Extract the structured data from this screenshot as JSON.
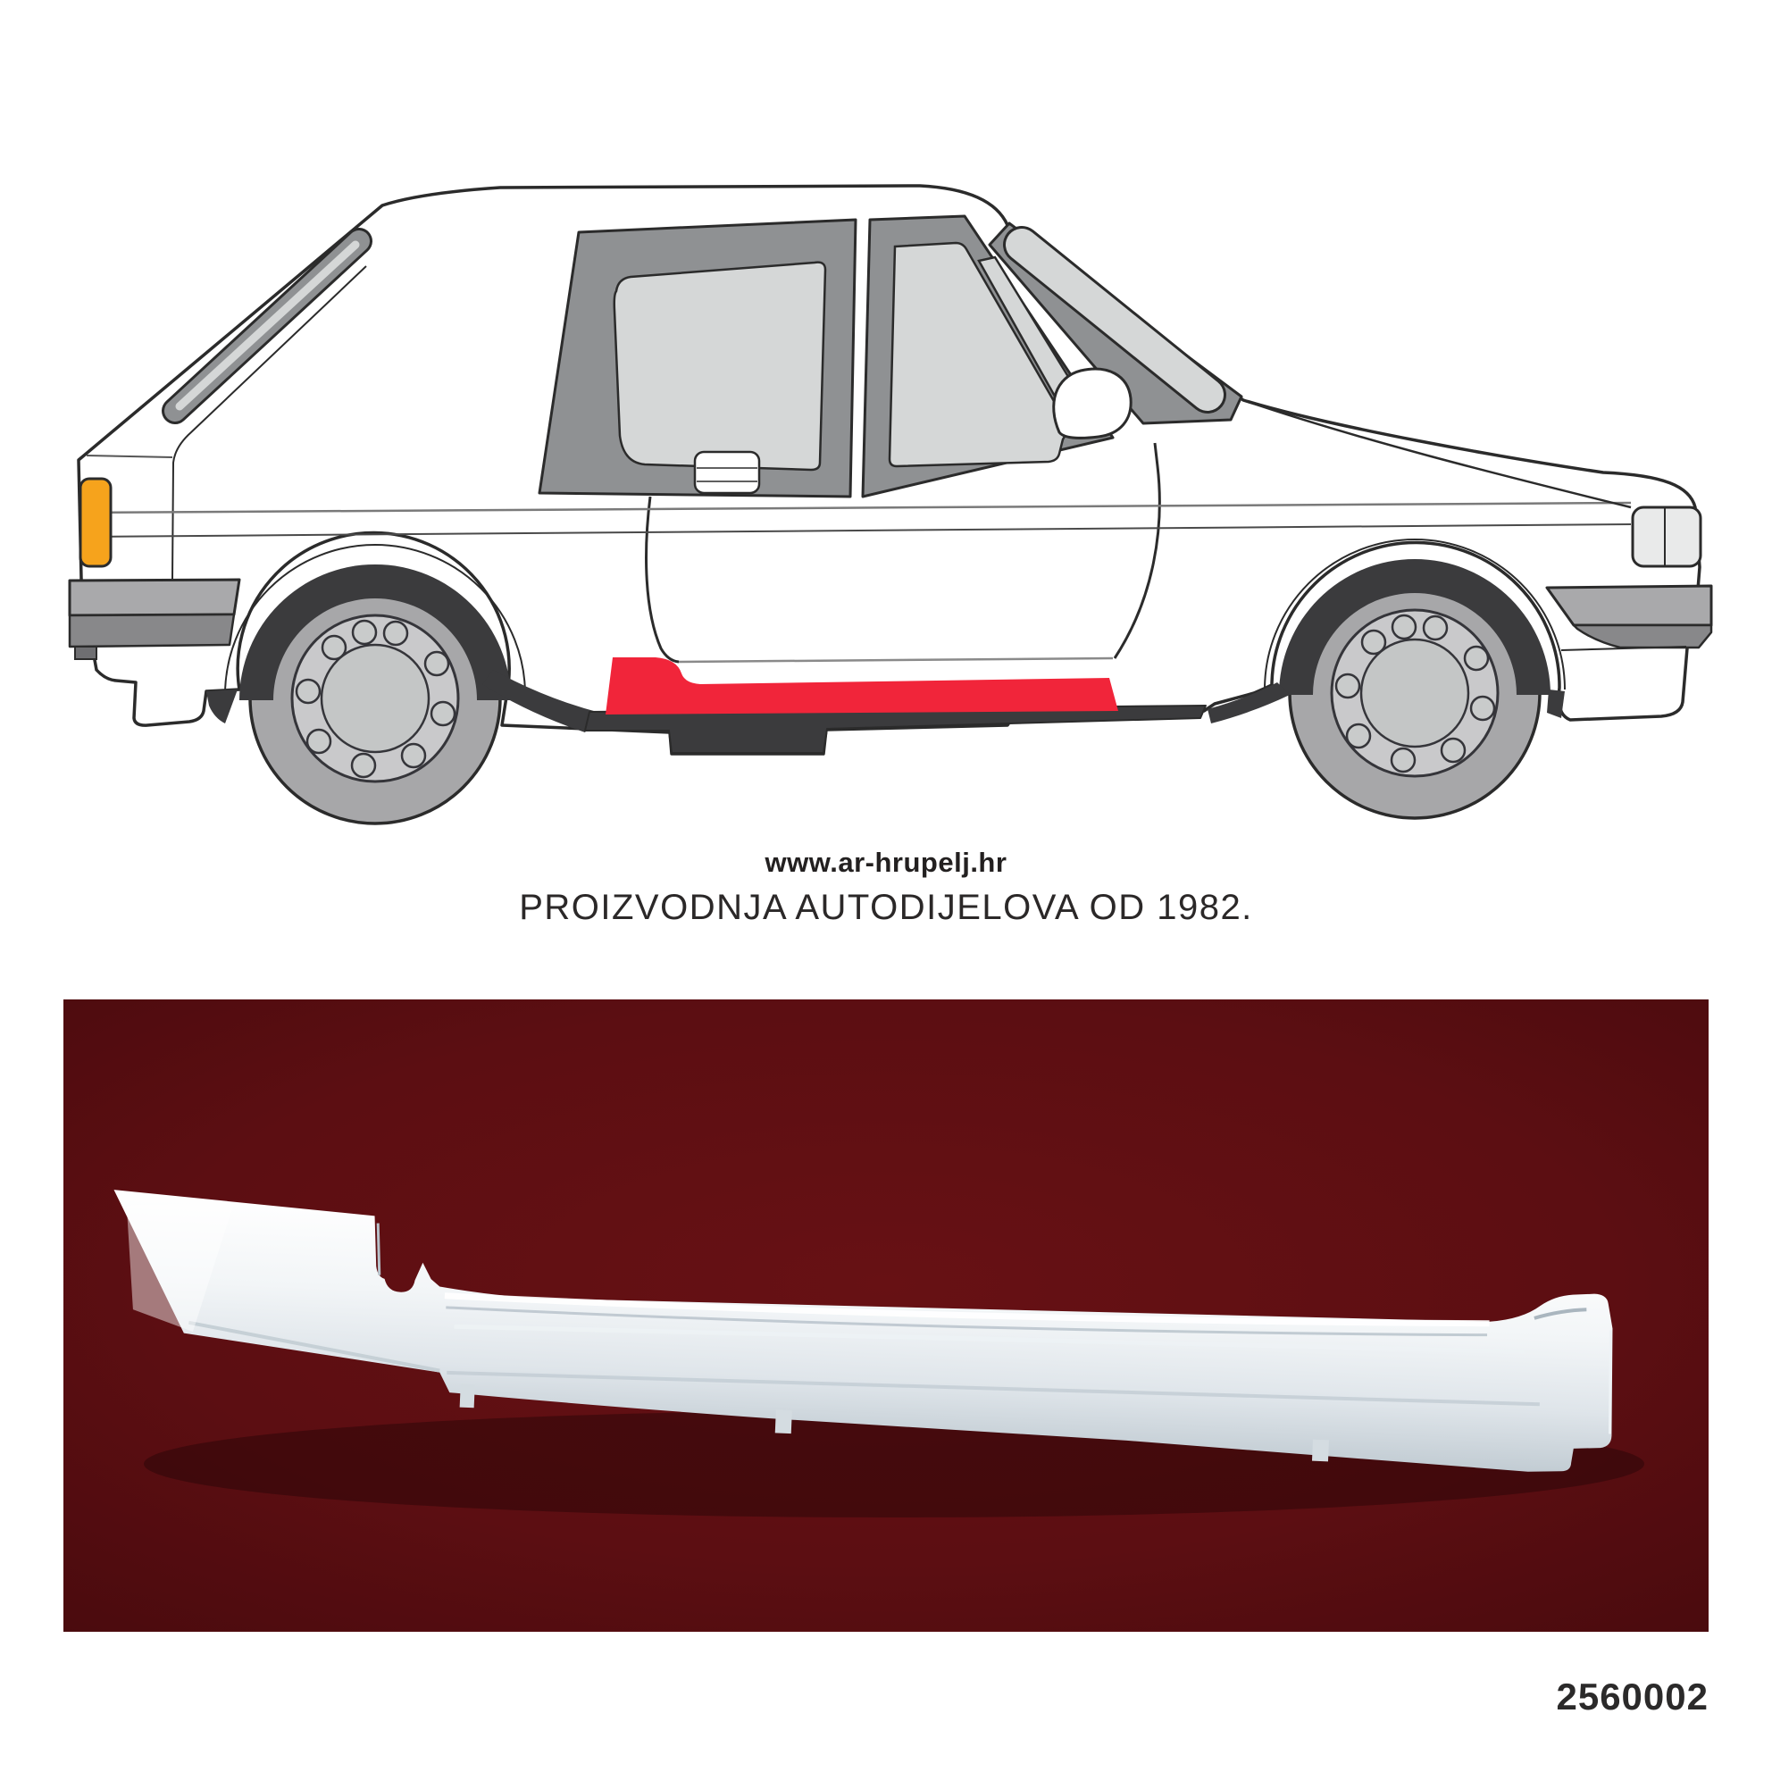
{
  "branding": {
    "website": "www.ar-hrupelj.hr",
    "tagline": "PROIZVODNJA AUTODIJELOVA OD 1982."
  },
  "product": {
    "part_number": "2560002"
  },
  "diagram": {
    "type": "vehicle-part-location",
    "vehicle": "3-door hatchback, right side view",
    "highlighted_part": "sill / rocker panel",
    "highlight_color": "#F1253A",
    "indicator_color": "#F6A31C",
    "glass_color": "#D5D7D7",
    "frame_color": "#8F9193"
  },
  "photo": {
    "subject": "sill repair panel",
    "background_color": "#5C0E12"
  }
}
